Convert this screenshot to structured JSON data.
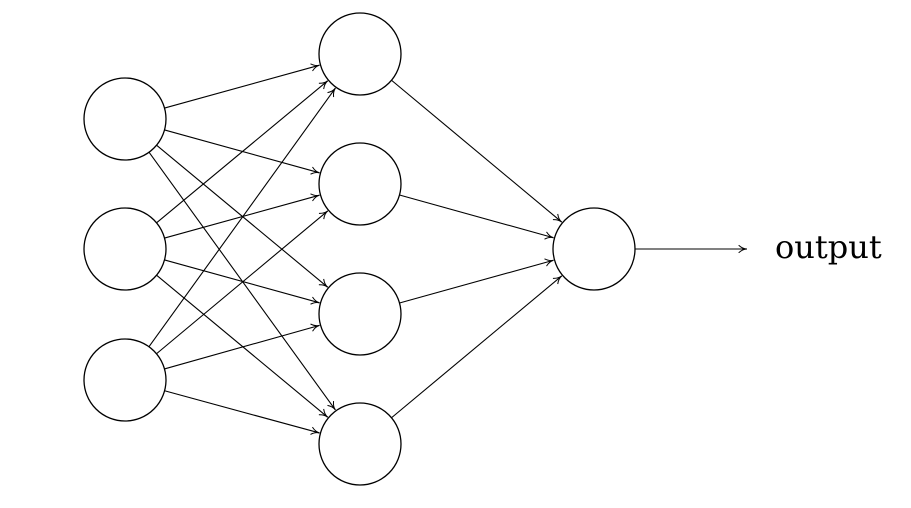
{
  "network": {
    "layers": [
      {
        "id": "input",
        "size": 3
      },
      {
        "id": "hidden",
        "size": 4
      },
      {
        "id": "output",
        "size": 1
      }
    ],
    "connectivity": "fully-connected",
    "edge_style": "arrow",
    "output_label": "output"
  },
  "colors": {
    "stroke": "#000000",
    "node_fill": "#ffffff",
    "background": "#ffffff"
  }
}
